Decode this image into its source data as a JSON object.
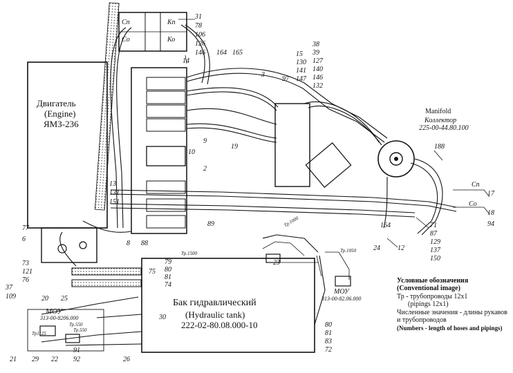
{
  "engine": {
    "ru": "Двигатель",
    "en": "(Engine)",
    "model": "ЯМЗ-236"
  },
  "tank": {
    "ru": "Бак гидравлический",
    "en": "(Hydraulic tank)",
    "code": "222-02-80.08.000-10"
  },
  "manifold": {
    "en": "Manifold",
    "ru": "Коллектор",
    "code": "225-00-44.80.100"
  },
  "moy_left": {
    "title": "МОУ",
    "code": "313-00-8206.000"
  },
  "moy_right": {
    "title": "МОУ",
    "code": "313-00-82.06.000"
  },
  "legend": {
    "title_ru": "Условные обозначения",
    "title_en": "(Conventional image)",
    "line1": "Тр - трубопроводы 12х1",
    "line2": "(pipings 12x1)",
    "line3": "Численные значения - длины рукавов",
    "line4": "и трубопроводов",
    "line5": "(Numbers - length of hoses and pipings)"
  },
  "pipe_labels": {
    "tp1500": "Тр.1500",
    "tp1050": "Тр.1050",
    "tp1000": "Тр.1000",
    "tp550a": "Тр.550",
    "tp550b": "Тр.550",
    "tp1125": "Тр1125"
  },
  "valve_labels": {
    "cn": "Сп",
    "co": "Со",
    "kn": "Кп",
    "ko": "Ко",
    "cn2": "Сп",
    "co2": "Со"
  },
  "num_labels": {
    "n14": "14",
    "n31": "31",
    "n78": "78",
    "n106": "106",
    "n126": "126",
    "n146": "146",
    "n164": "164",
    "n165": "165",
    "n38": "38",
    "n39": "39",
    "n127": "127",
    "n140": "140",
    "n146b": "146",
    "n132": "132",
    "n15": "15",
    "n130": "130",
    "n141": "141",
    "n147": "147",
    "n3": "3",
    "n97": "97",
    "n188": "188",
    "n17": "17",
    "n18": "18",
    "n94": "94",
    "n71": "71",
    "n87": "87",
    "n129": "129",
    "n137": "137",
    "n150": "150",
    "n12": "12",
    "n24": "24",
    "n23": "23",
    "n13": "13",
    "n131": "131",
    "n151": "151",
    "n77": "77",
    "n6": "6",
    "n73": "73",
    "n121": "121",
    "n76": "76",
    "n37": "37",
    "n109": "109",
    "n79": "79",
    "n80": "80",
    "n81": "81",
    "n74": "74",
    "n75": "75",
    "n8": "8",
    "n88": "88",
    "n89": "89",
    "n30": "30",
    "n20": "20",
    "n25": "25",
    "n21": "21",
    "n29": "29",
    "n22": "22",
    "n91": "91",
    "n92": "92",
    "n26": "26",
    "n80b": "80",
    "n81b": "81",
    "n83": "83",
    "n72": "72",
    "n2": "2",
    "n9": "9",
    "n19": "19",
    "n10": "10",
    "n164b": "164"
  }
}
